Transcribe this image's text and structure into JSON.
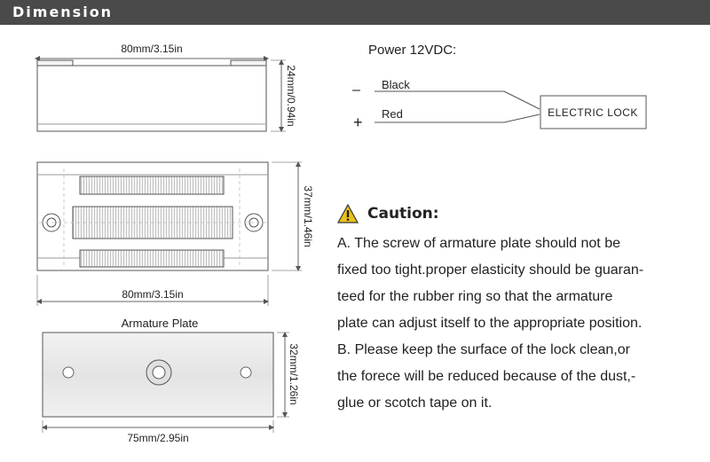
{
  "header": {
    "title": "Dimension"
  },
  "drawing": {
    "top_view": {
      "width_label": "80mm/3.15in",
      "height_label": "24mm/0.94in"
    },
    "front_view": {
      "width_label": "80mm/3.15in",
      "height_label": "37mm/1.46in"
    },
    "armature": {
      "title": "Armature Plate",
      "width_label": "75mm/2.95in",
      "height_label": "32mm/1.26in"
    }
  },
  "wiring": {
    "title": "Power 12VDC:",
    "negative_sign": "–",
    "positive_sign": "+",
    "black_label": "Black",
    "red_label": "Red",
    "lock_label": "ELECTRIC LOCK"
  },
  "caution": {
    "icon": "warning-icon",
    "title": "Caution:",
    "lines": [
      "A. The screw of armature plate should not be",
      "fixed too tight.proper elasticity should be guaran-",
      "teed for the rubber ring so that the armature",
      "plate can adjust itself to the appropriate position.",
      "B. Please keep the surface of the lock clean,or",
      "the forece will be reduced because of the dust,-",
      "glue or scotch tape on it."
    ]
  },
  "colors": {
    "header_bg": "#4a4a4a",
    "line": "#555555",
    "caution_icon": "#e8c21a"
  }
}
